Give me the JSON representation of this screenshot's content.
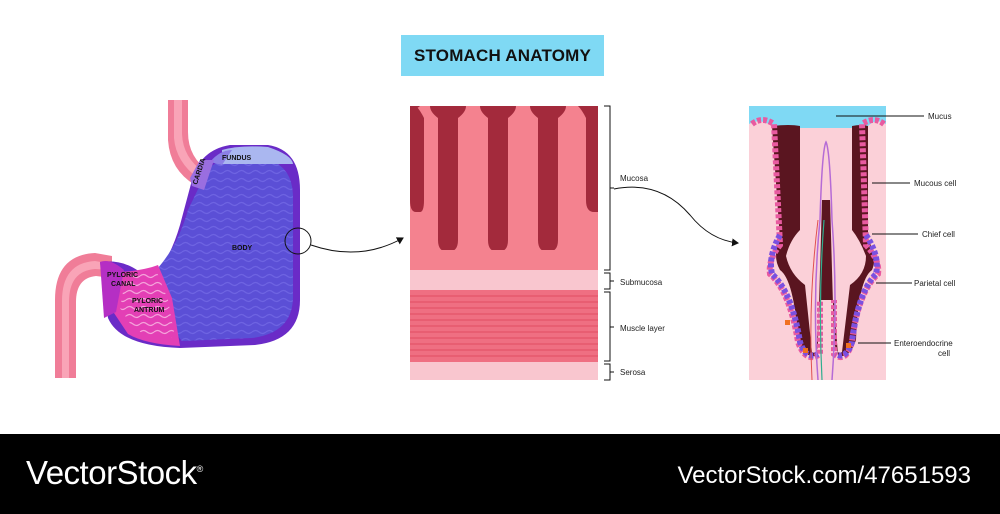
{
  "title": "STOMACH ANATOMY",
  "stomach_regions": {
    "fundus": "FUNDUS",
    "cardia": "CARDIA",
    "body": "BODY",
    "pyloric_canal_line1": "PYLORIC",
    "pyloric_canal_line2": "CANAL",
    "pyloric_antrum_line1": "PYLORIC",
    "pyloric_antrum_line2": "ANTRUM"
  },
  "wall_layers": {
    "mucosa": "Mucosa",
    "submucosa": "Submucosa",
    "muscle_layer": "Muscle layer",
    "serosa": "Serosa"
  },
  "gland_cells": {
    "mucus": "Mucus",
    "mucous_cell": "Mucous cell",
    "chief_cell": "Chief cell",
    "parietal_cell": "Parietal cell",
    "enteroendocrine_line1": "Enteroendocrine",
    "enteroendocrine_line2": "cell"
  },
  "footer": {
    "brand": "VectorStock",
    "brand_mark": "®",
    "url": "VectorStock.com/47651593"
  },
  "colors": {
    "title_bg": "#7fd9f4",
    "esophagus": "#f07d98",
    "stomach_body": "#5b4fd6",
    "stomach_outline": "#6a2bc7",
    "antrum": "#e33fb5",
    "pyloric_canal": "#b52fc4",
    "mucosa_pink": "#f4828f",
    "mucosa_dark": "#a32a3c",
    "muscle": "#ef6f82",
    "gland_dark": "#5a1520",
    "mucus": "#7fd9f4"
  }
}
